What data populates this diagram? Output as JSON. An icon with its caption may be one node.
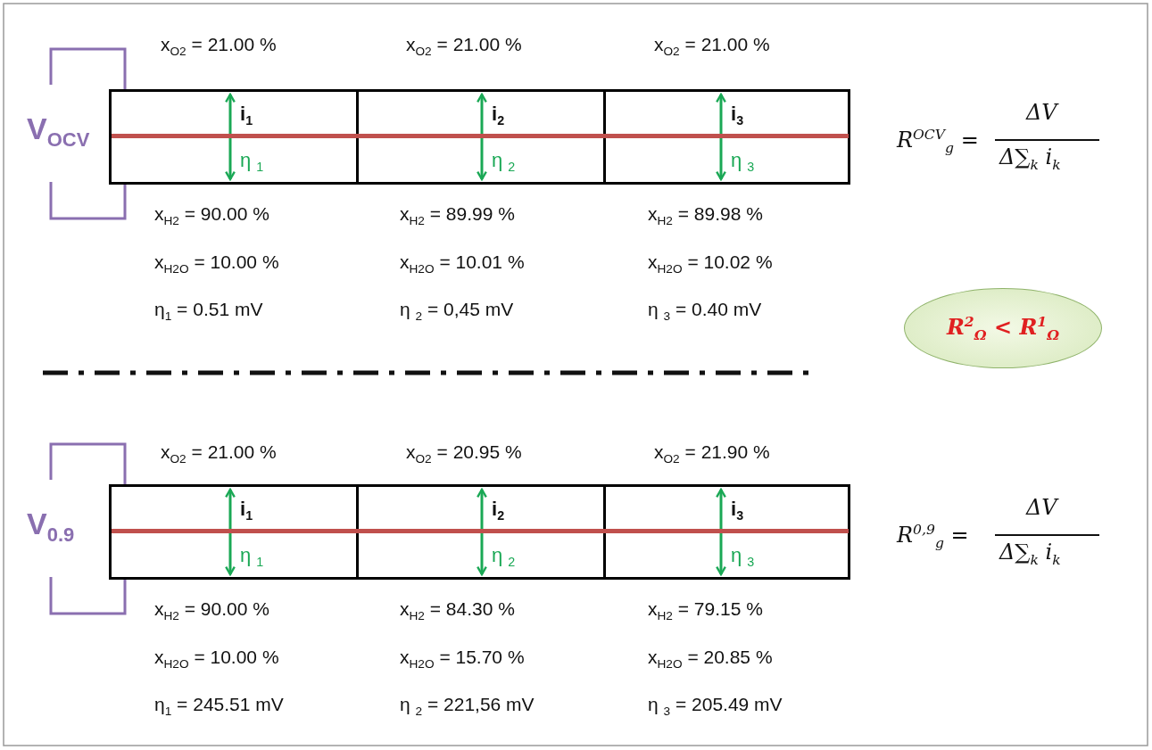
{
  "diagram": {
    "nodes": [
      {
        "text": [
          "i$_{1}$",
          "η $_{1}$"
        ]
      },
      {
        "text": [
          "i$_{2}$",
          "η $_{2}$"
        ]
      },
      {
        "text": [
          "i$_{3}$",
          "η $_{3}$"
        ]
      },
      {
        "text": [
          "R$^{2}$$_{Ω}$ < R$^{1}$$_{Ω}$"
        ]
      },
      {
        "text": [
          "i$_{1}$",
          "η $_{1}$"
        ]
      },
      {
        "text": [
          "i$_{2}$",
          "η $_{2}$"
        ]
      },
      {
        "text": [
          "i$_{3}$",
          "η $_{3}$"
        ]
      }
    ],
    "labels": [
      "x$_{O2}$ = 21.00 %",
      "x$_{O2}$ = 21.00 %",
      "x$_{O2}$ = 21.00 %",
      "V$_{OCV}$",
      "R$^{OCV}$$_{g}$ =",
      "ΔV",
      "Δ∑$_{k}$ i$_{k}$",
      "x$_{H2}$ = 90.00 %",
      "x$_{H2}$ = 89.99 %",
      "x$_{H2}$ = 89.98 %",
      "x$_{H2O}$ = 10.00 %",
      "x$_{H2O}$ = 10.01 %",
      "x$_{H2O}$ = 10.02 %",
      "η$_{1}$ = 0.51 mV",
      "η $_{2}$ = 0,45 mV",
      "η $_{3}$ = 0.40 mV",
      "x$_{O2}$ = 21.00 %",
      "x$_{O2}$ = 20.95 %",
      "x$_{O2}$ = 21.90 %",
      "V$_{0.9}$",
      "R$^{0,9}$$_{g}$ =",
      "ΔV",
      "Δ∑$_{k}$ i$_{k}$",
      "x$_{H2}$ = 90.00 %",
      "x$_{H2}$ = 84.30 %",
      "x$_{H2}$ = 79.15 %",
      "x$_{H2O}$ = 10.00 %",
      "x$_{H2O}$ = 15.70 %",
      "x$_{H2O}$ = 20.85 %",
      "η$_{1}$ = 245.51 mV",
      "η $_{2}$ = 221,56 mV",
      "η $_{3}$ = 205.49 mV"
    ]
  }
}
